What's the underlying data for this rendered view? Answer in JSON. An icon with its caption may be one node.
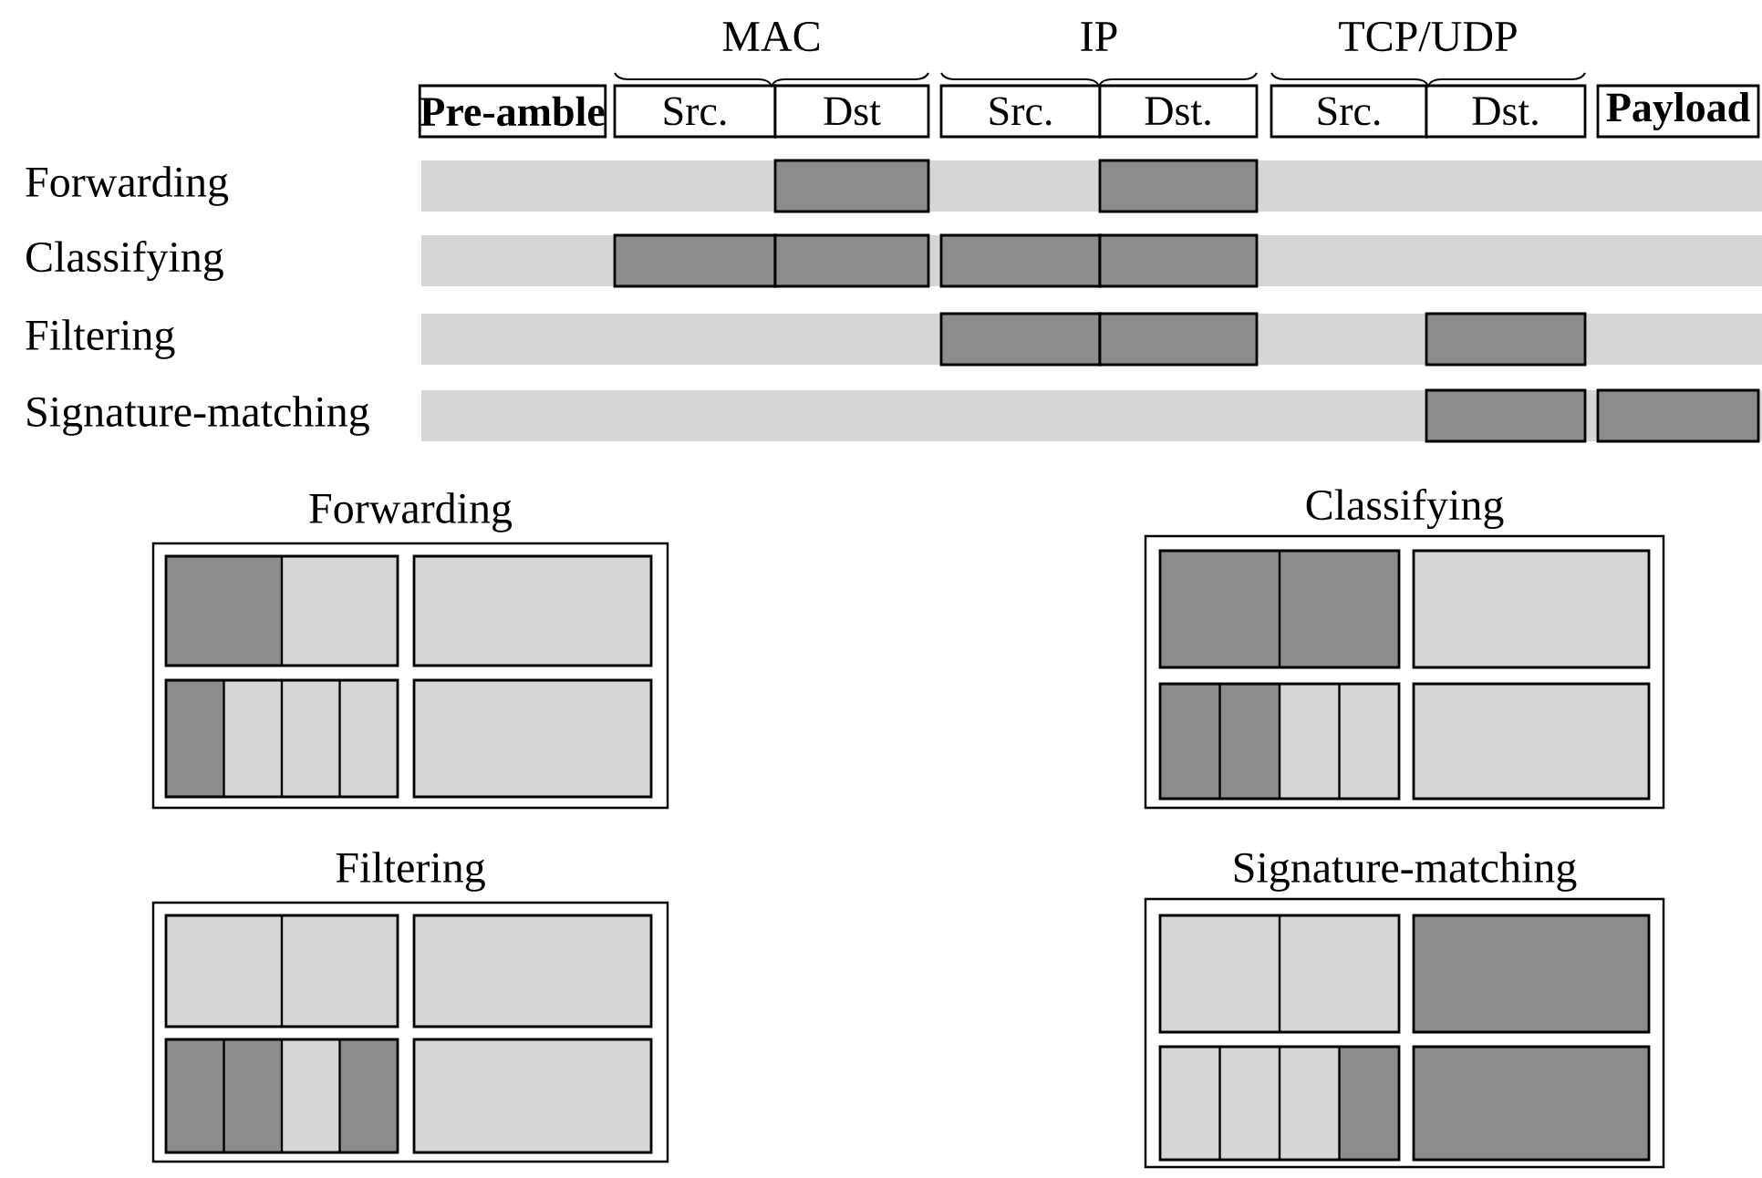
{
  "diagram": {
    "nodes": [
      {
        "text": [
          "Pre-amble"
        ]
      },
      {
        "text": [
          "Src."
        ]
      },
      {
        "text": [
          "Dst"
        ]
      },
      {
        "text": [
          "Src."
        ]
      },
      {
        "text": [
          "Dst."
        ]
      },
      {
        "text": [
          "Src."
        ]
      },
      {
        "text": [
          "Dst."
        ]
      },
      {
        "text": [
          "Payload"
        ]
      },
      {
        "text": [],
        "shape": "box"
      },
      {
        "text": [],
        "shape": "box"
      },
      {
        "text": [],
        "shape": "box"
      },
      {
        "text": [],
        "shape": "box"
      },
      {
        "text": [],
        "shape": "box"
      },
      {
        "text": [],
        "shape": "box"
      },
      {
        "text": [],
        "shape": "box"
      },
      {
        "text": [],
        "shape": "box"
      },
      {
        "text": [],
        "shape": "box"
      },
      {
        "text": [],
        "shape": "box"
      },
      {
        "text": [],
        "shape": "box"
      },
      {
        "text": [
          "Forwarding"
        ]
      },
      {
        "text": [],
        "shape": "box",
        "in": 19
      },
      {
        "text": [],
        "shape": "box",
        "in": 19
      },
      {
        "text": [],
        "shape": "box",
        "in": 19
      },
      {
        "text": [],
        "shape": "box",
        "in": 19
      },
      {
        "text": [
          "Classifying"
        ]
      },
      {
        "text": [],
        "shape": "box",
        "in": 24
      },
      {
        "text": [],
        "shape": "box",
        "in": 24
      },
      {
        "text": [],
        "shape": "box",
        "in": 24
      },
      {
        "text": [],
        "shape": "box",
        "in": 24
      },
      {
        "text": [
          "Filtering"
        ]
      },
      {
        "text": [],
        "shape": "box",
        "in": 29
      },
      {
        "text": [],
        "shape": "box",
        "in": 29
      },
      {
        "text": [],
        "shape": "box",
        "in": 29
      },
      {
        "text": [],
        "shape": "box",
        "in": 29
      },
      {
        "text": [
          "Signature-matching"
        ]
      },
      {
        "text": [],
        "shape": "box",
        "in": 34
      },
      {
        "text": [],
        "shape": "box",
        "in": 34
      },
      {
        "text": [],
        "shape": "box",
        "in": 34
      },
      {
        "text": [],
        "shape": "box",
        "in": 34
      }
    ],
    "labels": [
      "MAC",
      "IP",
      "TCP/UDP",
      "Forwarding",
      "Classifying",
      "Filtering",
      "Signature-matching"
    ]
  }
}
